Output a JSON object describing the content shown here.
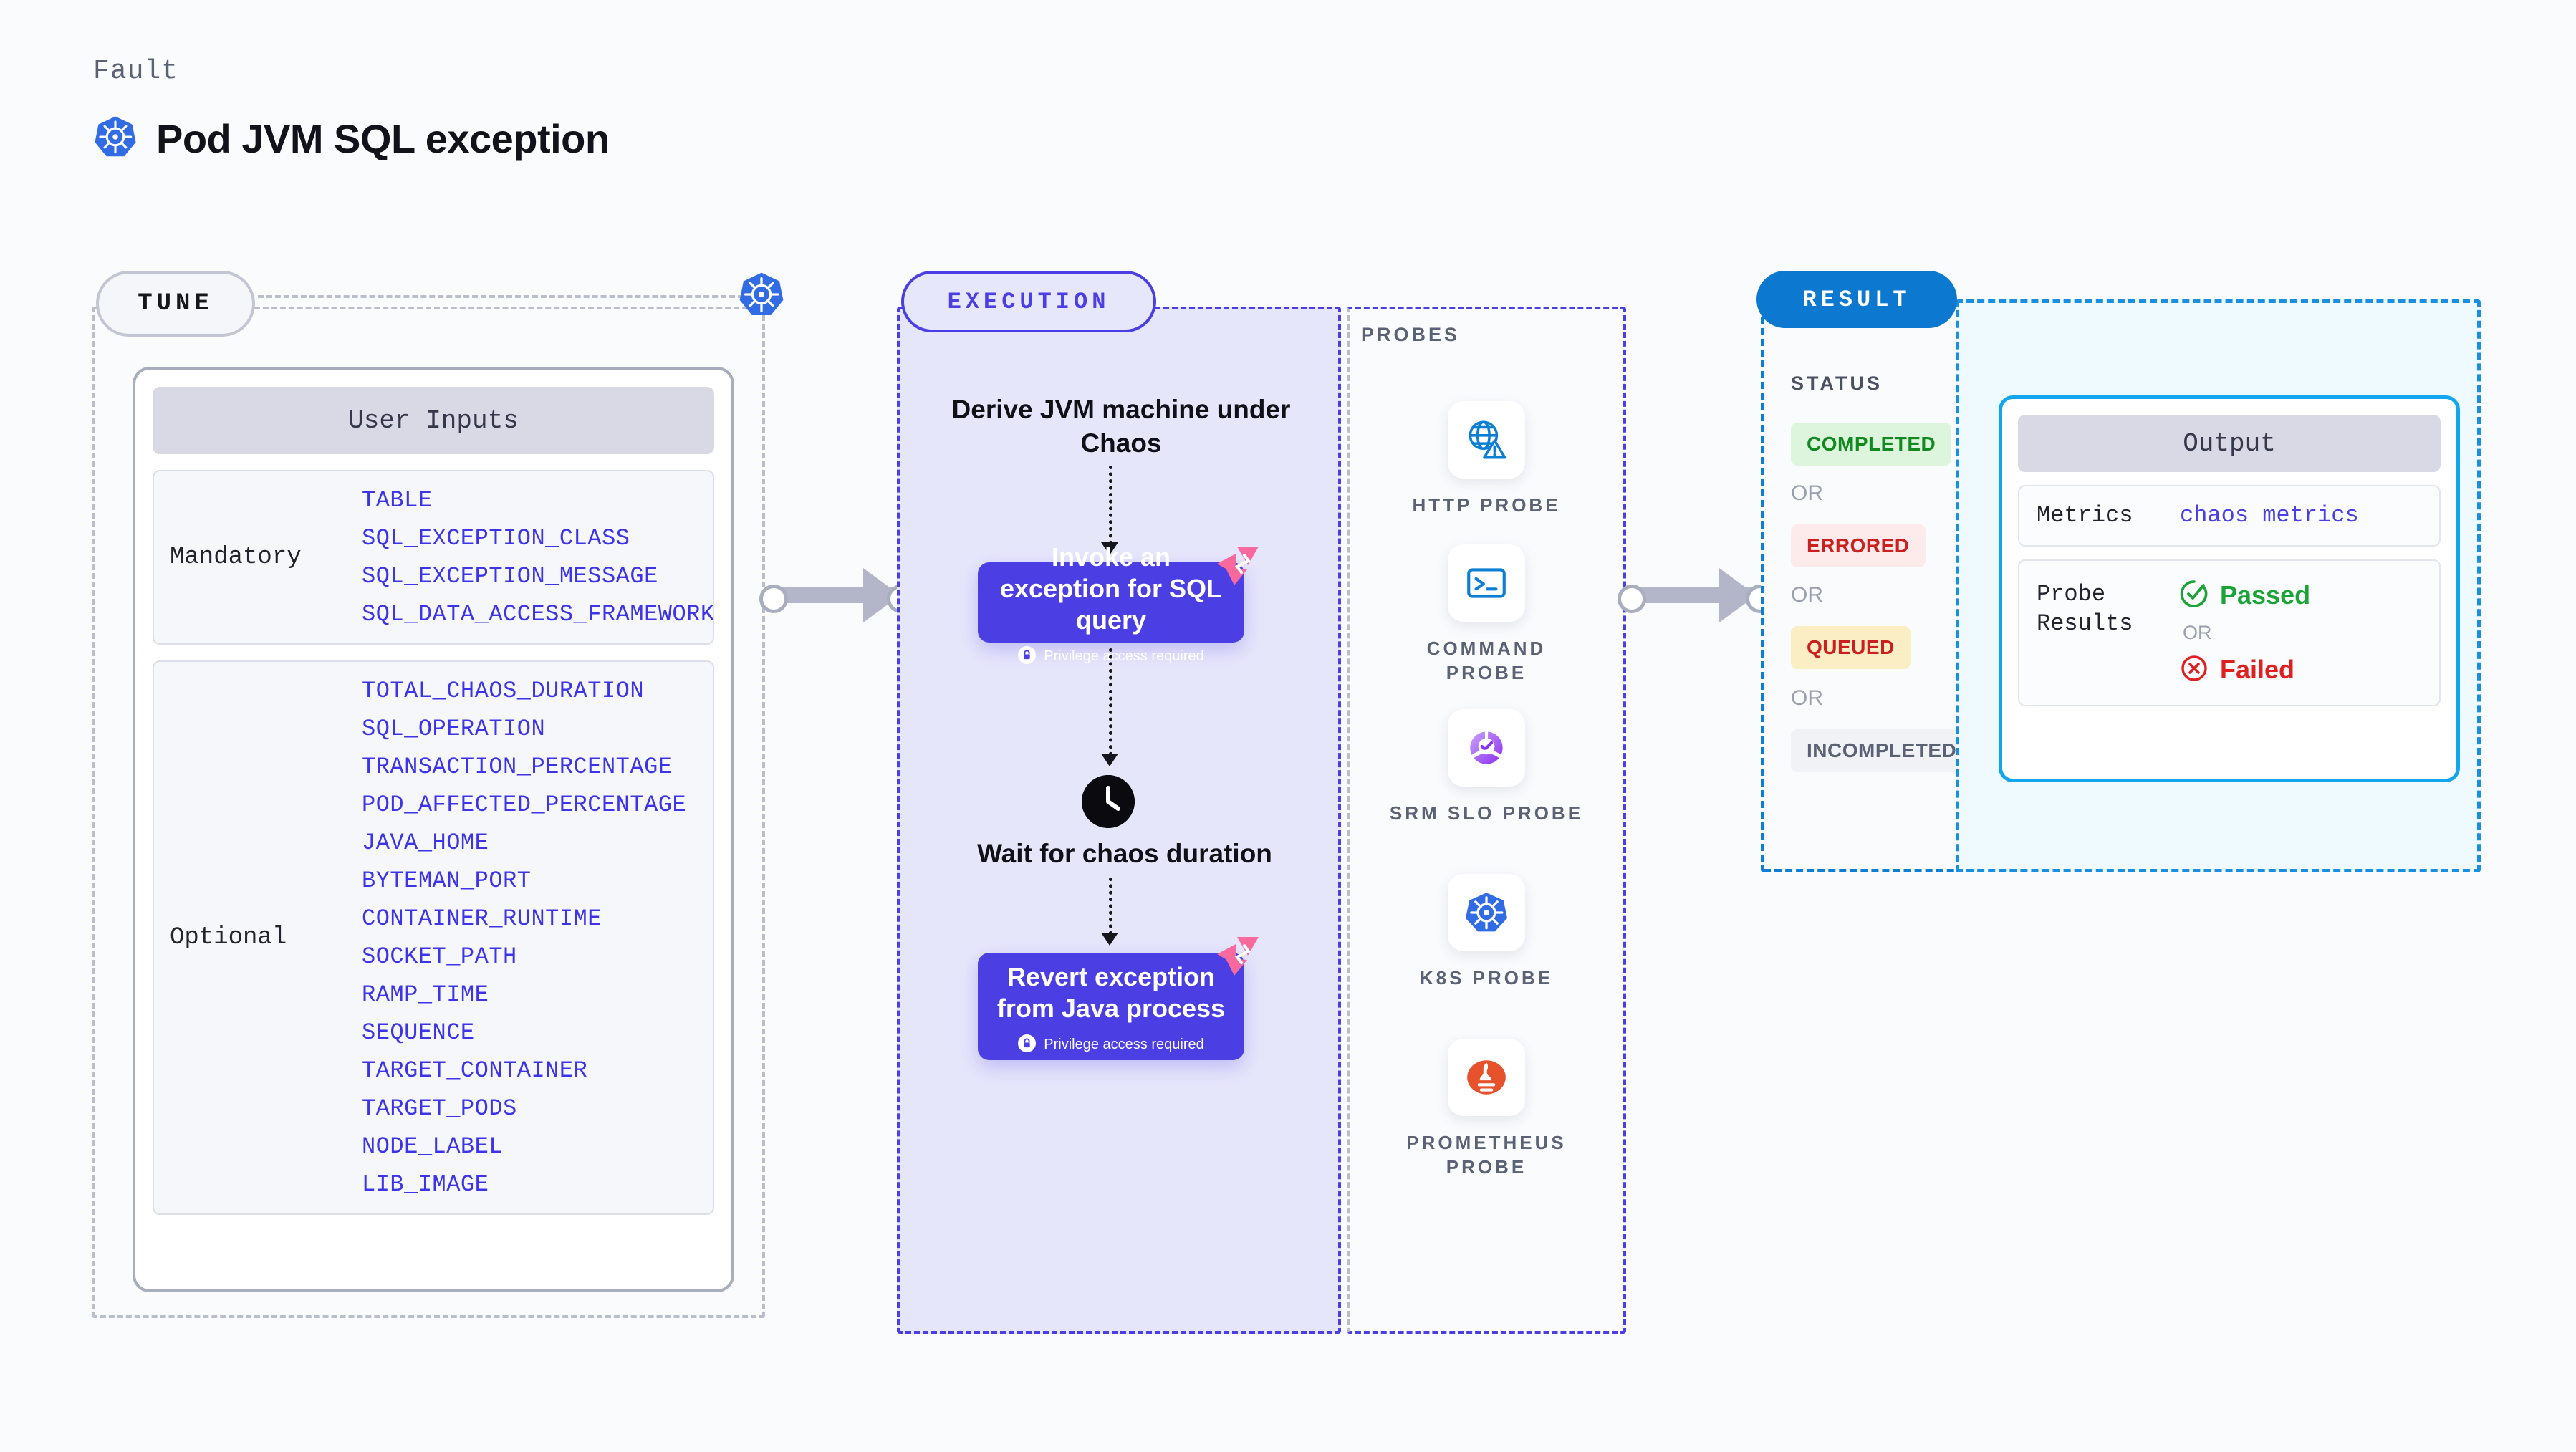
{
  "header": {
    "kicker": "Fault",
    "title": "Pod JVM SQL exception",
    "logo_icon": "kubernetes-icon"
  },
  "tune": {
    "pill_label": "TUNE",
    "card_title": "User Inputs",
    "k8s_icon": "kubernetes-icon",
    "groups": [
      {
        "label": "Mandatory",
        "items": [
          "TABLE",
          "SQL_EXCEPTION_CLASS",
          "SQL_EXCEPTION_MESSAGE",
          "SQL_DATA_ACCESS_FRAMEWORK"
        ]
      },
      {
        "label": "Optional",
        "items": [
          "TOTAL_CHAOS_DURATION",
          "SQL_OPERATION",
          "TRANSACTION_PERCENTAGE",
          "POD_AFFECTED_PERCENTAGE",
          "JAVA_HOME",
          "BYTEMAN_PORT",
          "CONTAINER_RUNTIME",
          "SOCKET_PATH",
          "RAMP_TIME",
          "SEQUENCE",
          "TARGET_CONTAINER",
          "TARGET_PODS",
          "NODE_LABEL",
          "LIB_IMAGE"
        ]
      }
    ]
  },
  "execution": {
    "pill_label": "EXECUTION",
    "step_title": "Derive JVM machine under Chaos",
    "invoke_card": {
      "title": "Invoke an exception for SQL query",
      "privilege_note": "Privilege access required",
      "lock_icon": "lock-icon",
      "badge_icon": "litmus-chaos-icon"
    },
    "wait_step": {
      "icon": "clock-icon",
      "title": "Wait for chaos duration"
    },
    "revert_card": {
      "title": "Revert exception from Java process",
      "privilege_note": "Privilege access required",
      "lock_icon": "lock-icon",
      "badge_icon": "litmus-chaos-icon"
    }
  },
  "probes": {
    "label": "PROBES",
    "items": [
      {
        "name": "HTTP PROBE",
        "icon": "globe-warning-icon"
      },
      {
        "name": "COMMAND PROBE",
        "icon": "terminal-icon"
      },
      {
        "name": "SRM SLO PROBE",
        "icon": "srm-slo-icon"
      },
      {
        "name": "K8S PROBE",
        "icon": "kubernetes-icon"
      },
      {
        "name": "PROMETHEUS PROBE",
        "icon": "prometheus-icon"
      }
    ]
  },
  "result": {
    "pill_label": "RESULT",
    "status_label": "STATUS",
    "or_label": "OR",
    "statuses": [
      {
        "text": "COMPLETED",
        "bg": "#ddf5dd",
        "fg": "#138a20"
      },
      {
        "text": "ERRORED",
        "bg": "#fdeaea",
        "fg": "#cc1f1f"
      },
      {
        "text": "QUEUED",
        "bg": "#fbeec4",
        "fg": "#cc1f1f"
      },
      {
        "text": "INCOMPLETED",
        "bg": "#f1f2f6",
        "fg": "#5b6275"
      }
    ]
  },
  "output": {
    "card_title": "Output",
    "metrics_label": "Metrics",
    "metrics_value": "chaos metrics",
    "probe_results_label": "Probe Results",
    "or_label": "OR",
    "passed_text": "Passed",
    "passed_icon": "check-circle-icon",
    "failed_text": "Failed",
    "failed_icon": "x-circle-icon"
  },
  "colors": {
    "brand_purple": "#4b3fe4",
    "brand_blue": "#0d78d0",
    "k8s_blue": "#326ce5",
    "cyan": "#12a7ec",
    "litmus_pink": "#f9699d"
  }
}
